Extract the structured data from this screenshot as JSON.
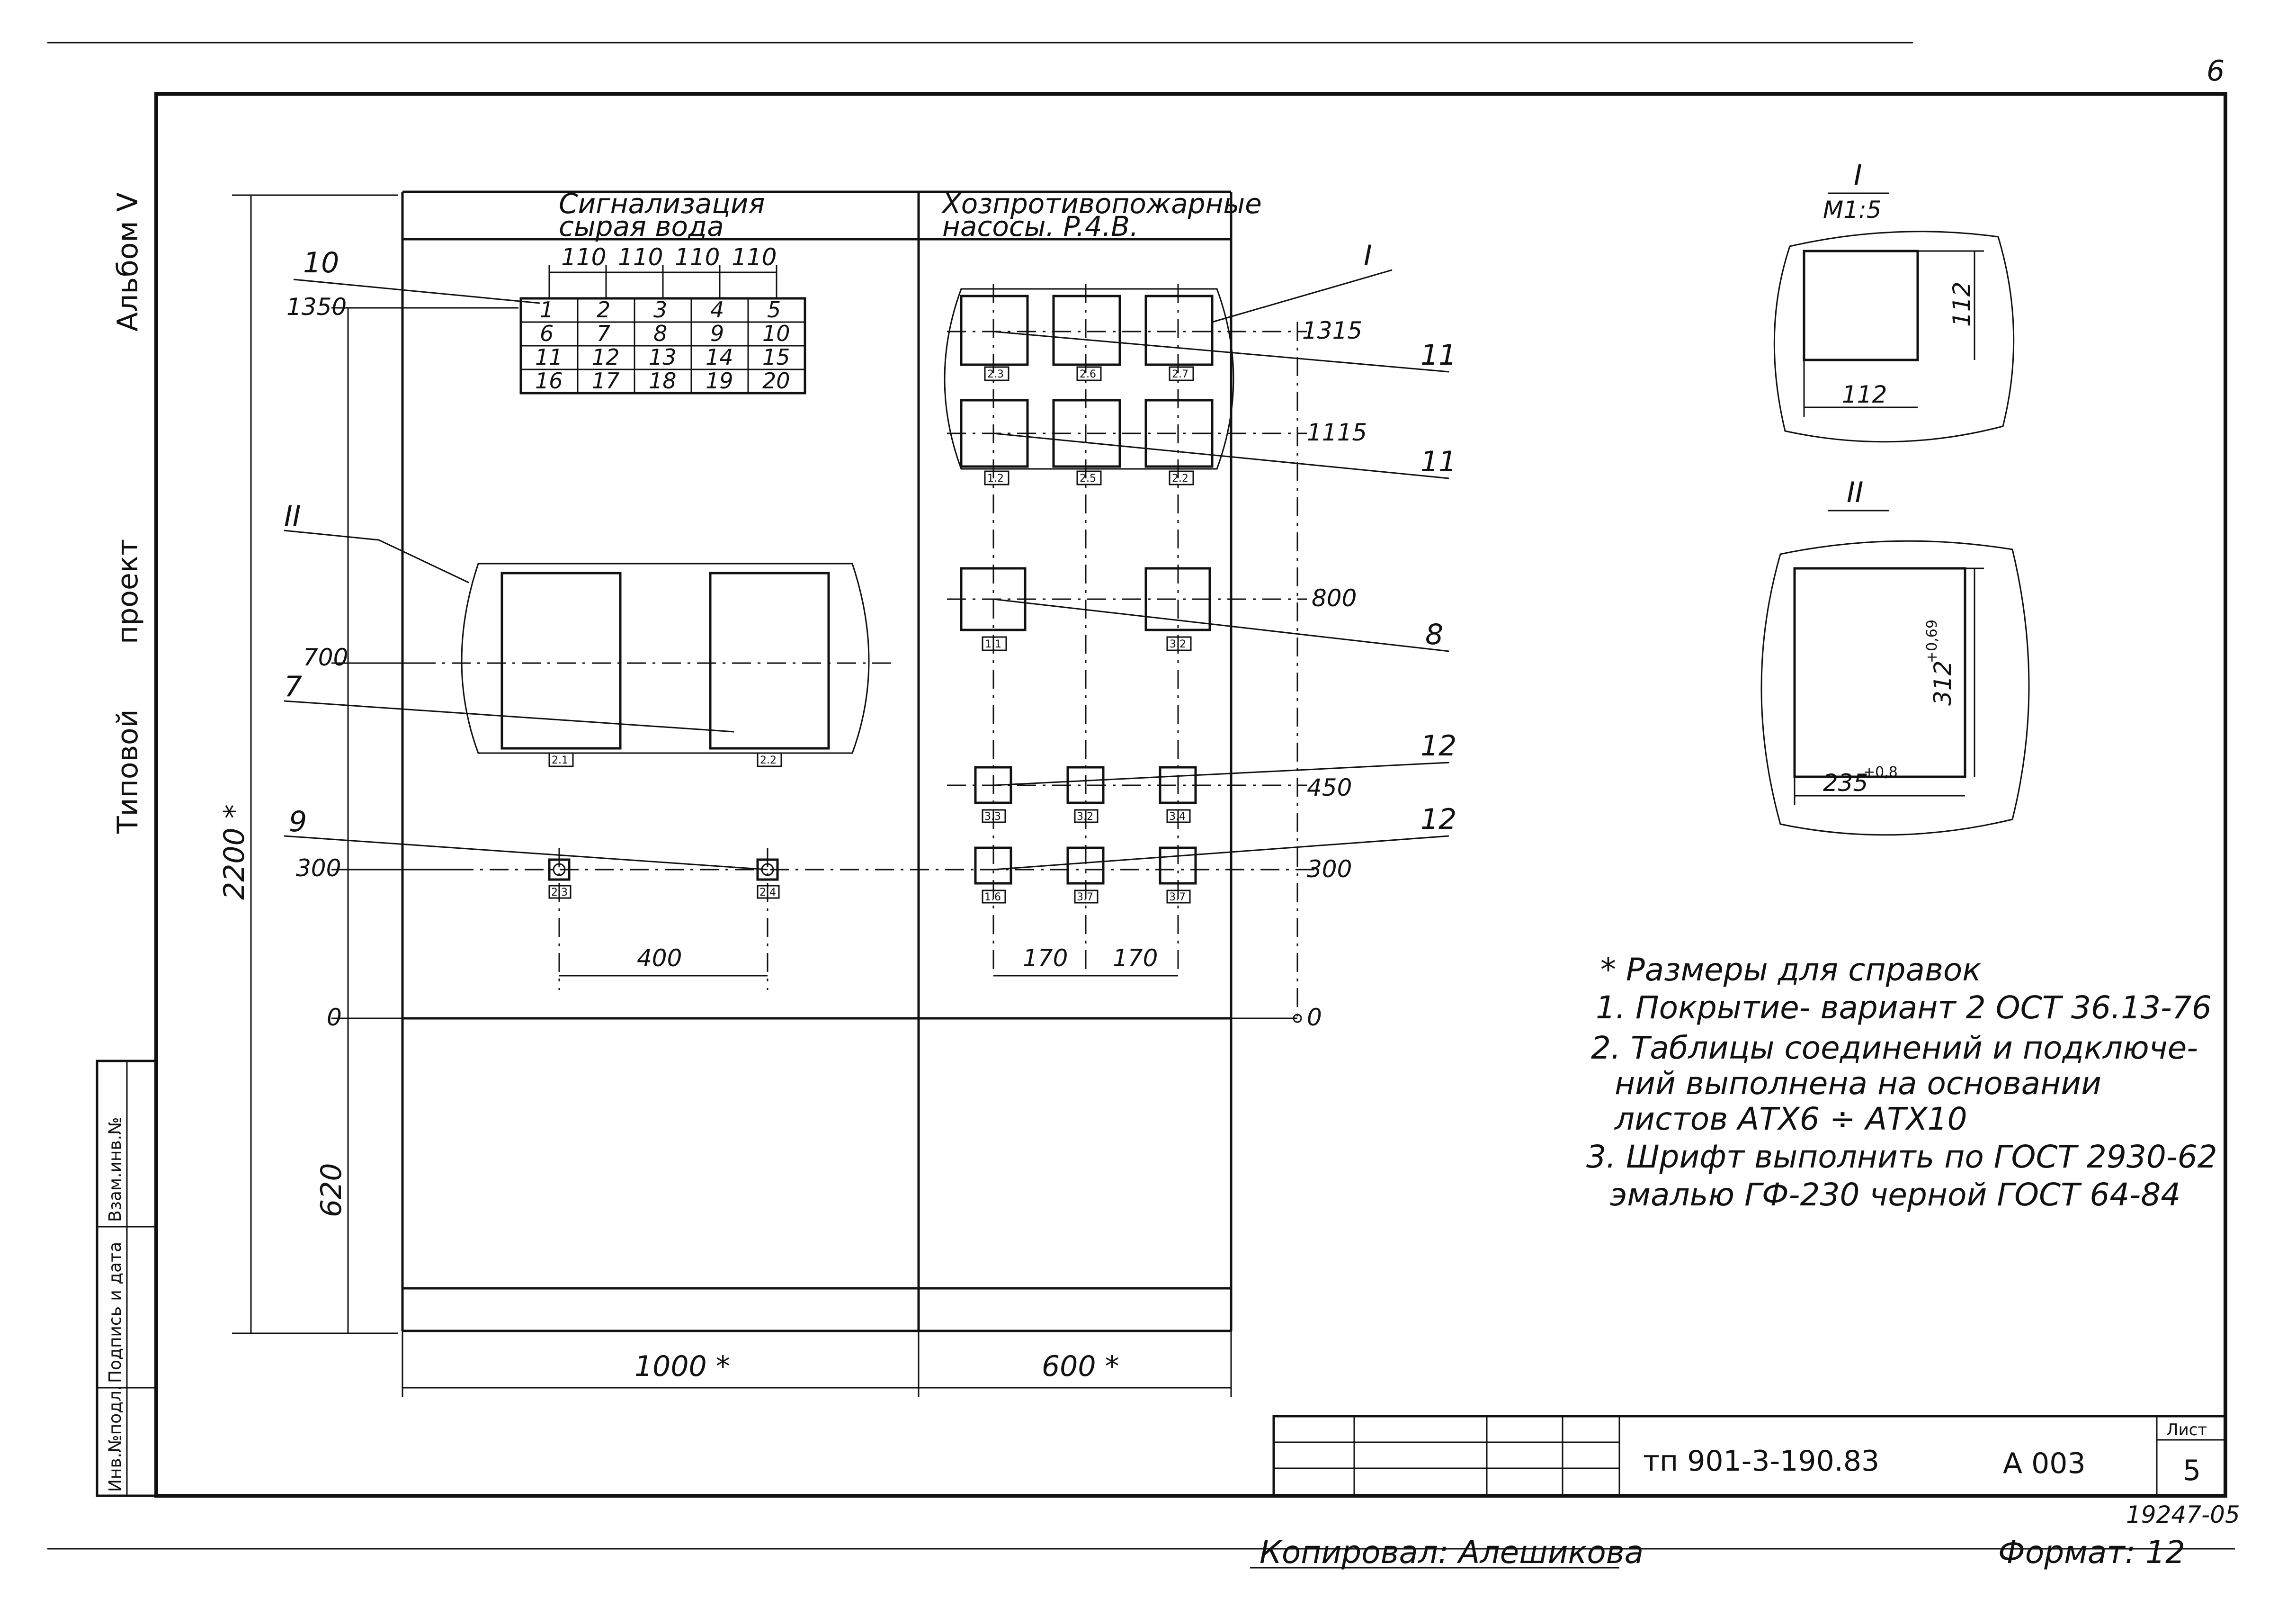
{
  "sheet_corner_mark": "6",
  "side_title": {
    "album": "Альбом V",
    "project_a": "Типовой",
    "project_b": "проект"
  },
  "left_stamp": [
    "Инв.№подл.",
    "Подпись и дата",
    "Взам.инв.№"
  ],
  "panel": {
    "header_left_1": "Сигнализация",
    "header_left_2": "сырая вода",
    "header_right_1": "Хозпротивопожарные",
    "header_right_2": "насосы. P.4.B.",
    "grid": [
      "1",
      "2",
      "3",
      "4",
      "5",
      "6",
      "7",
      "8",
      "9",
      "10",
      "11",
      "12",
      "13",
      "14",
      "15",
      "16",
      "17",
      "18",
      "19",
      "20"
    ],
    "grid_spacing": [
      "110",
      "110",
      "110",
      "110"
    ]
  },
  "dimensions": {
    "left_levels": [
      "1350",
      "700",
      "300",
      "0"
    ],
    "right_levels": [
      "1315",
      "1115",
      "800",
      "450",
      "300",
      "0"
    ],
    "overall_height": "2200 *",
    "bottom_height": "620",
    "span_400": "400",
    "span_170a": "170",
    "span_170b": "170",
    "width_left": "1000 *",
    "width_right": "600 *"
  },
  "callouts": {
    "n10": "10",
    "nII": "II",
    "n7": "7",
    "n9": "9",
    "nI": "I",
    "n11a": "11",
    "n11b": "11",
    "n8": "8",
    "n12a": "12",
    "n12b": "12"
  },
  "device_tags": {
    "A": [
      "2.3",
      "2.6",
      "2.7"
    ],
    "B": [
      "1.2",
      "2.5",
      "2.2"
    ],
    "C": [
      "1.1",
      "3.2"
    ],
    "D": [
      "3.3",
      "3.2",
      "3.4"
    ],
    "E": [
      "1.6",
      "3.7",
      "3.7"
    ],
    "F": [
      "2.1",
      "2.2"
    ],
    "G": [
      "2.3",
      "2.4"
    ]
  },
  "details": {
    "d1_title": "I",
    "d1_scale": "М1:5",
    "d1_w": "112",
    "d1_h": "112",
    "d2_title": "II",
    "d2_w": "235",
    "d2_w_tol": "+0,8",
    "d2_h": "312",
    "d2_h_tol": "+0,69"
  },
  "notes": [
    "* Размеры для справок",
    "1. Покрытие- вариант 2  ОСТ 36.13-76",
    "2. Таблицы соединений и подключе-",
    "ний выполнена на основании",
    "листов  АТХ6 ÷ АТХ10",
    "3. Шрифт  выполнить по ГОСТ 2930-62",
    "эмалью ГФ-230 черной ГОСТ 64-84"
  ],
  "title_block": {
    "designation": "тп 901-3-190.83",
    "code": "А 003",
    "sheet_label": "Лист",
    "sheet_no": "5"
  },
  "footer": {
    "archive_no": "19247-05",
    "copied_by": "Копировал: Алешикова",
    "format": "Формат: 12"
  }
}
